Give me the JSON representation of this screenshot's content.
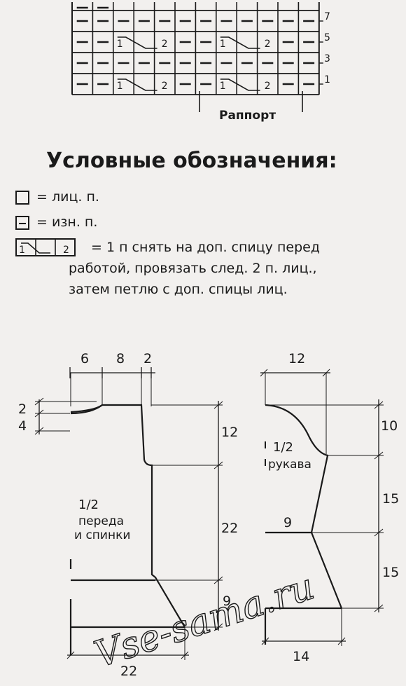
{
  "chart": {
    "row_numbers": [
      "7",
      "5",
      "3",
      "1"
    ],
    "cable_left": "1",
    "cable_right": "2",
    "repeat_label": "Раппорт"
  },
  "legend": {
    "title": "Условные обозначения:",
    "knit": "= лиц. п.",
    "purl": "= изн. п.",
    "cable_line1": "= 1 п снять на доп. спицу перед",
    "cable_line2": "работой, провязать след. 2 п. лиц.,",
    "cable_line3": "затем петлю с доп. спицы лиц."
  },
  "body_pattern": {
    "label1": "1/2",
    "label2": "переда",
    "label3": "и спинки",
    "top_widths": [
      "6",
      "8",
      "2"
    ],
    "neck_depths": [
      "2",
      "4"
    ],
    "heights": [
      "12",
      "22",
      "9"
    ],
    "bottom_width": "22"
  },
  "sleeve_pattern": {
    "label1": "1/2",
    "label2": "рукава",
    "top_width": "12",
    "mid_width": "9",
    "heights": [
      "10",
      "15",
      "15"
    ],
    "bottom_width": "14"
  },
  "watermark": "Vse-sama.ru"
}
